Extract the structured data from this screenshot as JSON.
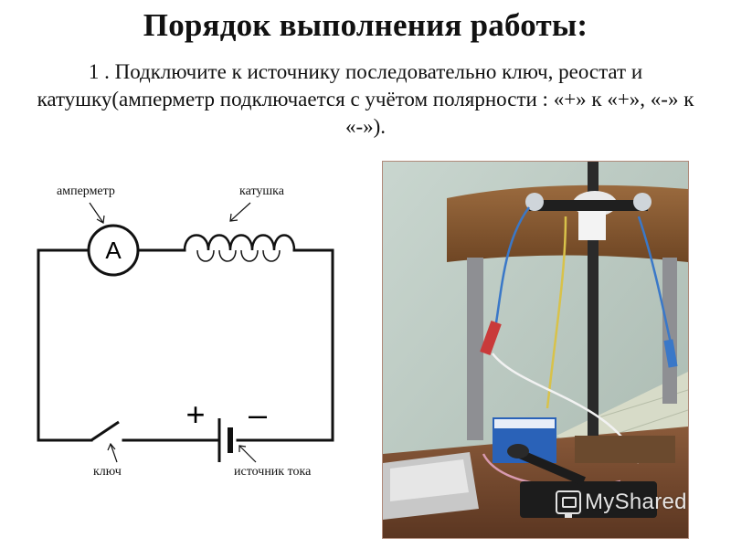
{
  "title": "Порядок выполнения работы:",
  "instructions": "1 . Подключите к источнику последовательно ключ, реостат и катушку(амперметр подключается с учётом полярности : «+» к «+», «-» к «-»).",
  "diagram": {
    "labels": {
      "ammeter": "амперметр",
      "coil": "катушка",
      "switch": "ключ",
      "source": "источник тока"
    },
    "ammeter_symbol": "A",
    "plus": "+",
    "minus": "–"
  },
  "watermark": "MyShared"
}
